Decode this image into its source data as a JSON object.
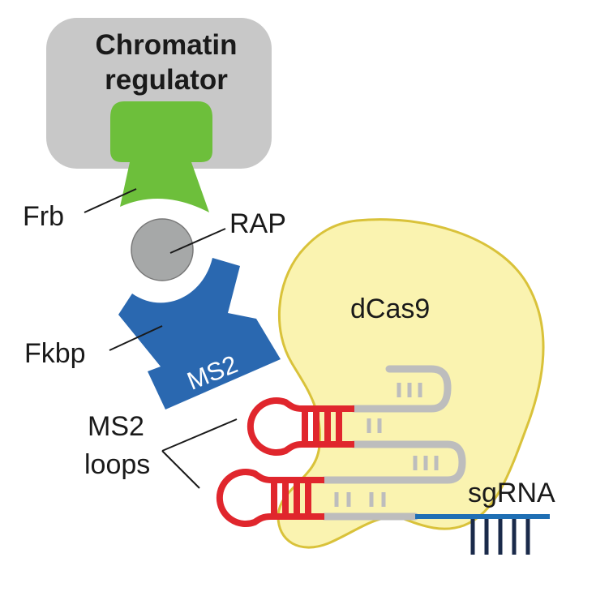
{
  "labels": {
    "chromatin_line1": "Chromatin",
    "chromatin_line2": "regulator",
    "frb": "Frb",
    "rap": "RAP",
    "fkbp": "Fkbp",
    "ms2": "MS2",
    "dcas9": "dCas9",
    "ms2_loops_line1": "MS2",
    "ms2_loops_line2": "loops",
    "sgrna": "sgRNA"
  },
  "colors": {
    "chromatin_box": "#c8c8c8",
    "frb": "#6dbf3b",
    "rap": "#a6a8a8",
    "fkbp": "#2a68b0",
    "dcas9_fill": "#faf3b0",
    "dcas9_stroke": "#d9c23a",
    "ms2_loop": "#e0262d",
    "rna_backbone": "#bdbdbd",
    "sgrna_line": "#1f6fb4",
    "dna_ticks": "#1a2a4a"
  }
}
